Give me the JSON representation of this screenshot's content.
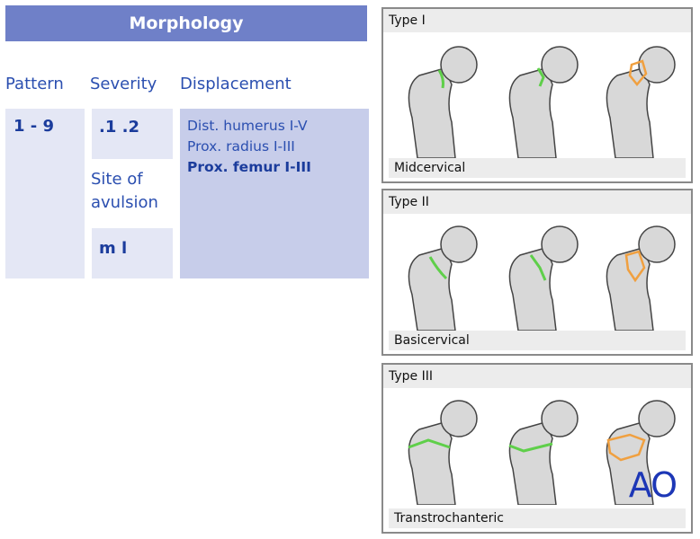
{
  "header": {
    "title": "Morphology"
  },
  "columns": {
    "pattern": "Pattern",
    "severity": "Severity",
    "displacement": "Displacement"
  },
  "pattern_value": "1 - 9",
  "severity_value": ".1 .2",
  "site": {
    "label_line1": "Site of",
    "label_line2": "avulsion",
    "value": "m l"
  },
  "displacement_values": [
    "Dist. humerus I-V",
    "Prox. radius I-III",
    "Prox. femur I-III"
  ],
  "panels": [
    {
      "title": "Type I",
      "caption": "Midcervical"
    },
    {
      "title": "Type II",
      "caption": "Basicervical"
    },
    {
      "title": "Type III",
      "caption": "Transtrochanteric"
    }
  ],
  "logo": "AO",
  "colors": {
    "header_bg": "#6f80c8",
    "accent_text": "#2b4fb0",
    "fracture_green": "#5fcf4a",
    "fracture_orange": "#f0a040"
  }
}
